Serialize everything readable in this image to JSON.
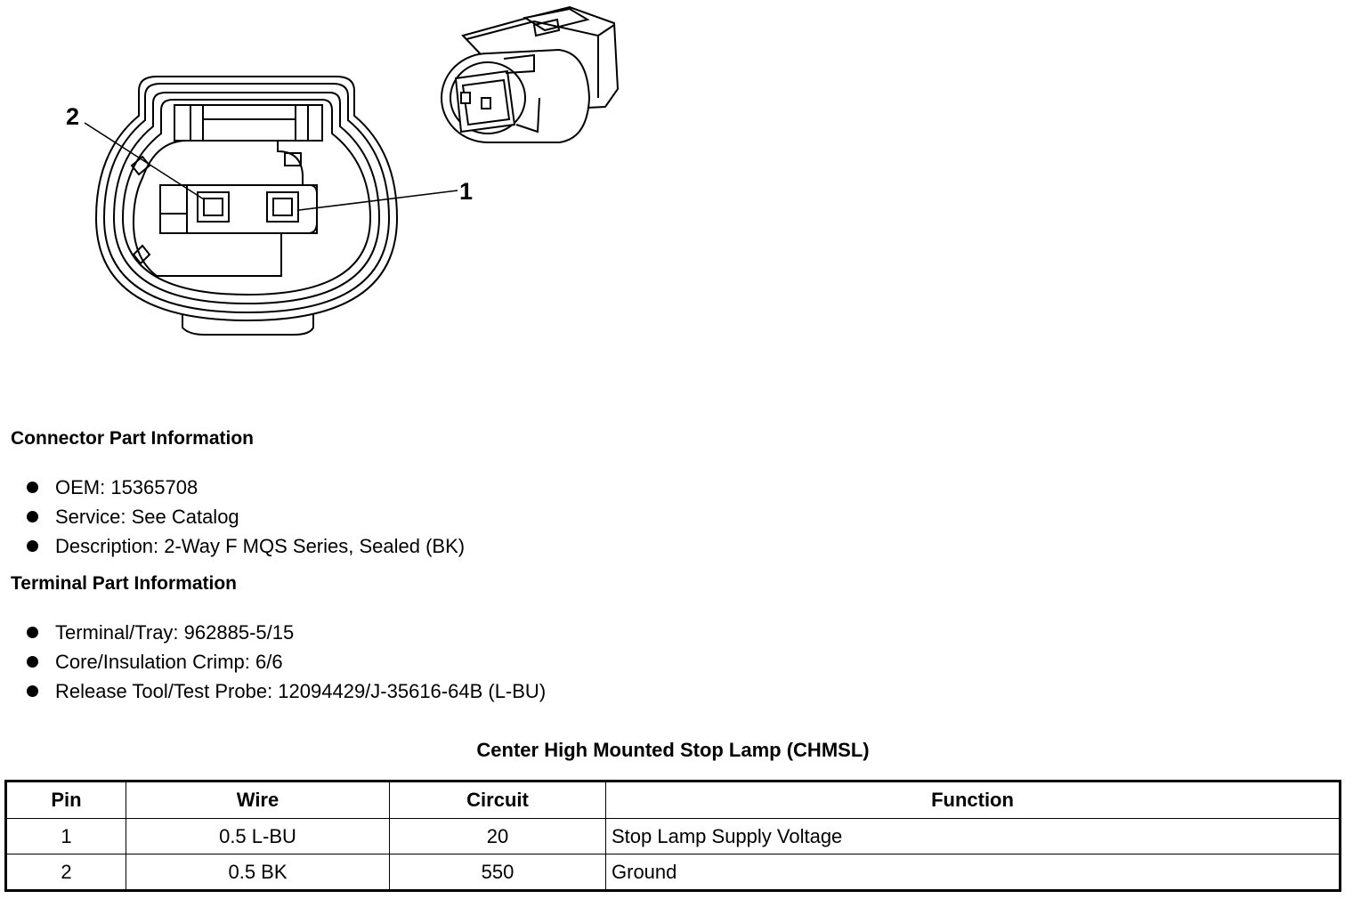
{
  "diagram": {
    "callouts": [
      "2",
      "1"
    ]
  },
  "connector_info": {
    "title": "Connector Part Information",
    "items": [
      "OEM: 15365708",
      "Service: See Catalog",
      "Description: 2-Way F MQS Series, Sealed (BK)"
    ]
  },
  "terminal_info": {
    "title": "Terminal Part Information",
    "items": [
      "Terminal/Tray: 962885-5/15",
      "Core/Insulation Crimp: 6/6",
      "Release Tool/Test Probe: 12094429/J-35616-64B (L-BU)"
    ]
  },
  "table": {
    "caption": "Center High Mounted Stop Lamp (CHMSL)",
    "headers": [
      "Pin",
      "Wire",
      "Circuit",
      "Function"
    ],
    "rows": [
      [
        "1",
        "0.5 L-BU",
        "20",
        "Stop Lamp Supply Voltage"
      ],
      [
        "2",
        "0.5 BK",
        "550",
        "Ground"
      ]
    ]
  }
}
